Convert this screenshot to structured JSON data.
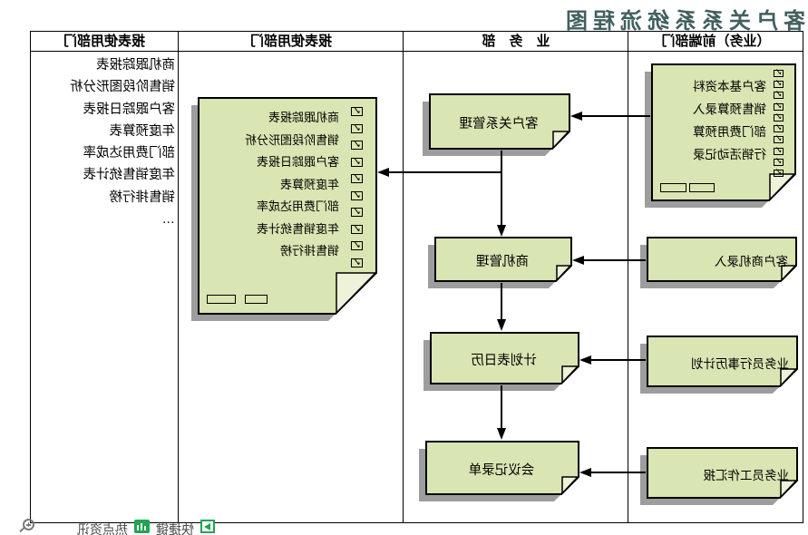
{
  "title": "客户关系系统流程图",
  "columns": [
    {
      "header": "（业务）前端部门"
    },
    {
      "header": "业　务　部"
    },
    {
      "header": "报表使用部门"
    },
    {
      "header": "报表使用部门"
    }
  ],
  "frontend": {
    "input_doc": {
      "items": [
        "客户基本资料",
        "销售预算录入",
        "部门费用预算",
        "行销活动记录"
      ]
    },
    "box1": "客户商机录入",
    "box2": "业务员行事历计划",
    "box3": "业务员工作汇报"
  },
  "business": {
    "box1": "客户关系管理",
    "box2": "商机管理",
    "box3": "计划表日历",
    "box4": "会议记录单"
  },
  "report_doc": {
    "items": [
      "商机跟踪报表",
      "销售阶段图形分析",
      "客户跟踪日报表",
      "年度预算表",
      "部门费用达成率",
      "年度销售统计表",
      "销售排行榜"
    ]
  },
  "report_list": {
    "items": [
      "商机跟踪报表",
      "销售阶段图形分析",
      "客户跟踪日报表",
      "年度预算表",
      "部门费用达成率",
      "年度销售统计表",
      "销售排行榜"
    ],
    "more": "…"
  },
  "statusbar": {
    "shortcut": "快捷键",
    "hotspot": "热点资讯"
  },
  "icons": {
    "checkbox_check": "✓"
  },
  "colors": {
    "note_fill": "#d9e5b2",
    "note_fold": "#edf2d9",
    "note_shadow": "#9d9d9d",
    "line": "#000000",
    "title": "#41605f",
    "status_green": "#21a453",
    "status_text": "#4a4a4a"
  }
}
